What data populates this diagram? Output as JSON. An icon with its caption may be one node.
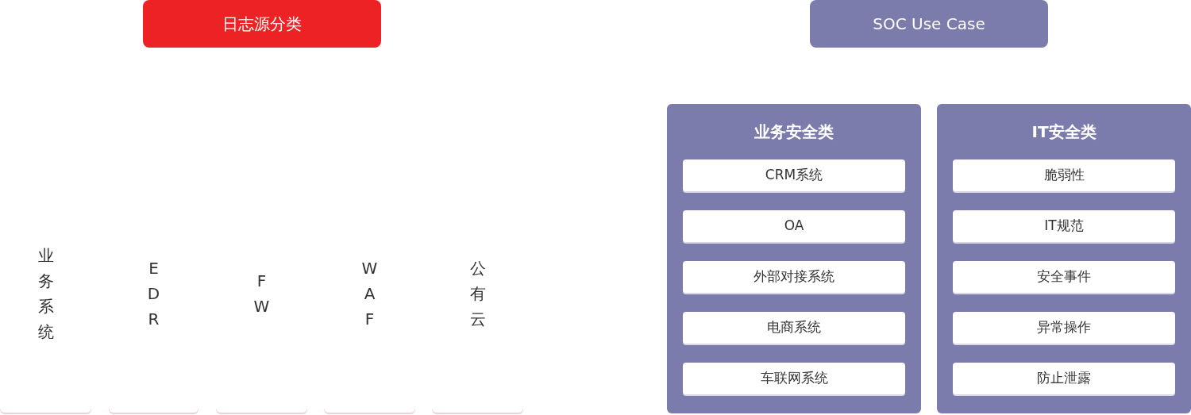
{
  "diagram": {
    "nodes": [
      {
        "text": [
          "日志源分类"
        ]
      },
      {
        "text": [
          "SOC Use Case"
        ]
      },
      {
        "text": [
          "业务系统"
        ]
      },
      {
        "text": [
          "EDR"
        ]
      },
      {
        "text": [
          "FW"
        ]
      },
      {
        "text": [
          "WAF"
        ]
      },
      {
        "text": [
          "公有云"
        ]
      },
      {
        "text": [
          "业务安全类"
        ]
      },
      {
        "text": [
          "CRM系统"
        ],
        "in": 7
      },
      {
        "text": [
          "OA"
        ],
        "in": 7
      },
      {
        "text": [
          "外部对接系统"
        ],
        "in": 7
      },
      {
        "text": [
          "电商系统"
        ],
        "in": 7
      },
      {
        "text": [
          "车联网系统"
        ],
        "in": 7
      },
      {
        "text": [
          "IT安全类"
        ]
      },
      {
        "text": [
          "脆弱性"
        ],
        "in": 13
      },
      {
        "text": [
          "IT规范"
        ],
        "in": 13
      },
      {
        "text": [
          "安全事件"
        ],
        "in": 13
      },
      {
        "text": [
          "异常操作"
        ],
        "in": 13
      },
      {
        "text": [
          "防止泄露"
        ],
        "in": 13
      }
    ]
  }
}
